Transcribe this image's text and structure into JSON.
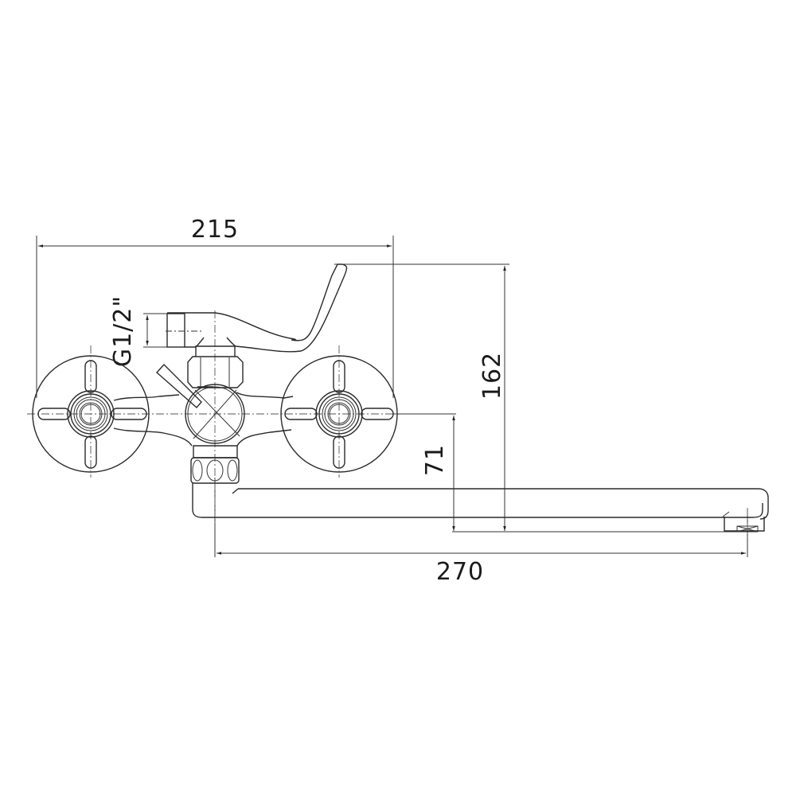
{
  "drawing": {
    "subject": "wall-mounted bath mixer faucet with long swivel spout",
    "line_color": "#2a2a2a",
    "background": "#ffffff"
  },
  "dimensions": {
    "overall_width": {
      "value": "215",
      "orientation": "horizontal"
    },
    "connection_thread": {
      "value": "G1/2\"",
      "orientation": "vertical"
    },
    "overall_height": {
      "value": "162",
      "orientation": "vertical"
    },
    "spout_drop": {
      "value": "71",
      "orientation": "vertical"
    },
    "spout_reach": {
      "value": "270",
      "orientation": "horizontal"
    }
  }
}
